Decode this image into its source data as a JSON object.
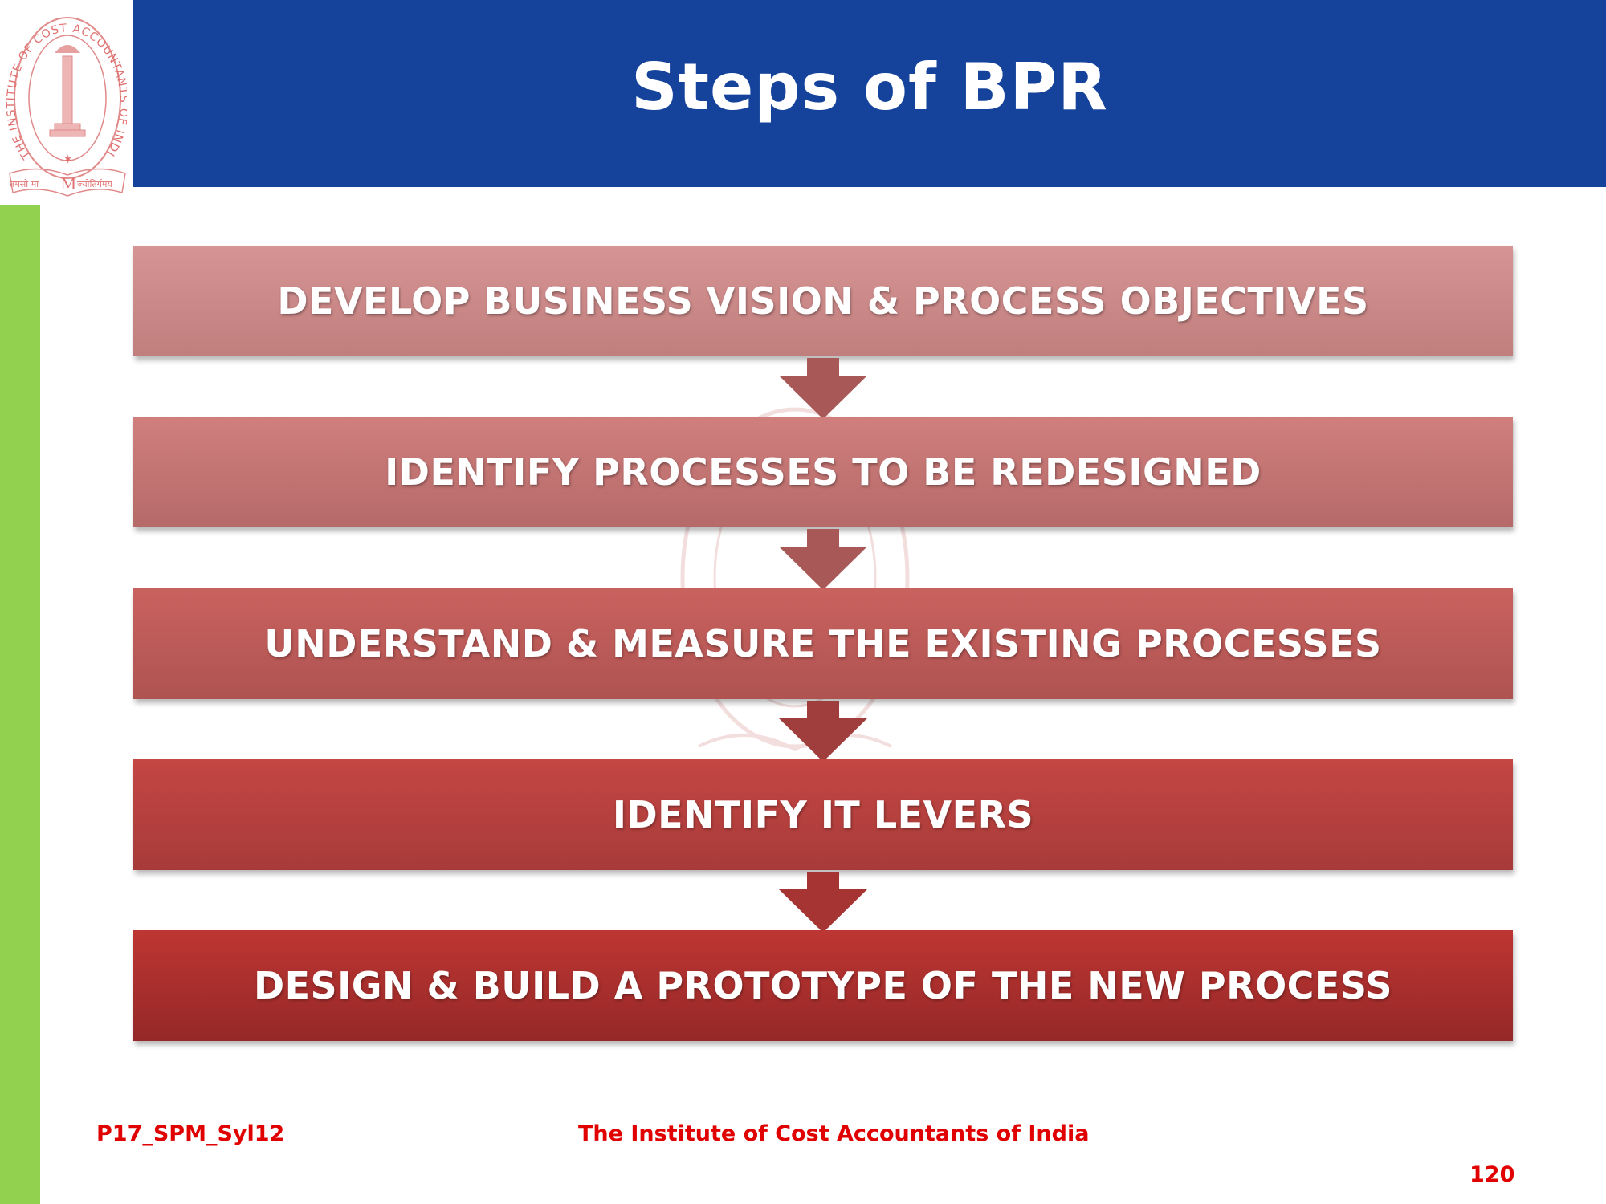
{
  "title": "Steps of BPR",
  "logo": {
    "ring_text": "THE INSTITUTE OF COST ACCOUNTANTS OF INDIA",
    "motto_left": "तमसो मा",
    "motto_right": "ज्योतिर्गमय"
  },
  "steps": [
    "DEVELOP BUSINESS VISION & PROCESS OBJECTIVES",
    "IDENTIFY PROCESSES TO BE REDESIGNED",
    "UNDERSTAND & MEASURE THE EXISTING PROCESSES",
    "IDENTIFY IT LEVERS",
    "DESIGN & BUILD A PROTOTYPE OF THE NEW PROCESS"
  ],
  "footer": {
    "code": "P17_SPM_Syl12",
    "institute": "The Institute of Cost Accountants of India",
    "page_number": "120"
  },
  "colors": {
    "title_bar": "#15439b",
    "side_bar": "#92d050",
    "footer_text": "#e00000",
    "arrow": "#a85856"
  }
}
